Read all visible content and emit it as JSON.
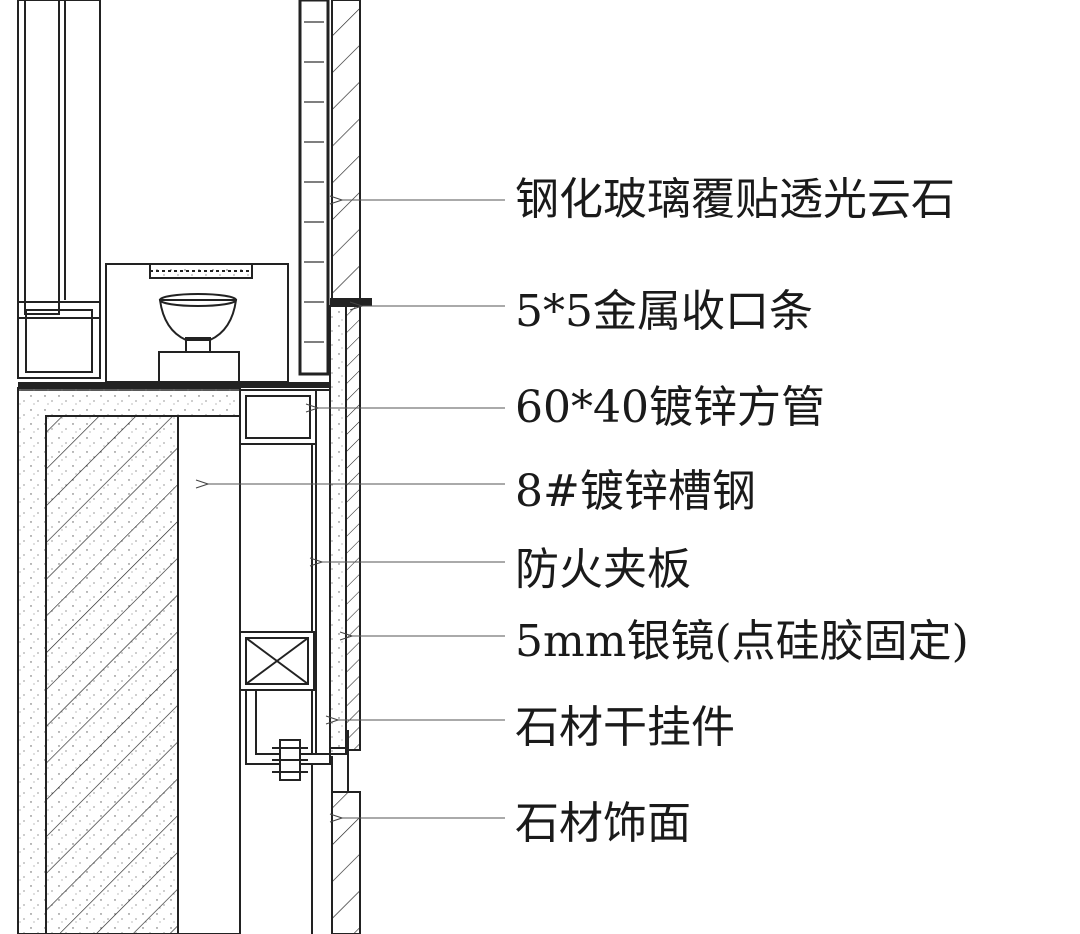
{
  "callouts": [
    {
      "id": "glass",
      "text": "钢化玻璃覆贴透光云石"
    },
    {
      "id": "metal-trim",
      "text": "5*5金属收口条"
    },
    {
      "id": "square-tube",
      "text": "60*40镀锌方管"
    },
    {
      "id": "channel-steel",
      "text": "8#镀锌槽钢"
    },
    {
      "id": "fire-board",
      "text": "防火夹板"
    },
    {
      "id": "mirror",
      "text": "5mm银镜(点硅胶固定)"
    },
    {
      "id": "dry-hanger",
      "text": "石材干挂件"
    },
    {
      "id": "stone-finish",
      "text": "石材饰面"
    }
  ]
}
